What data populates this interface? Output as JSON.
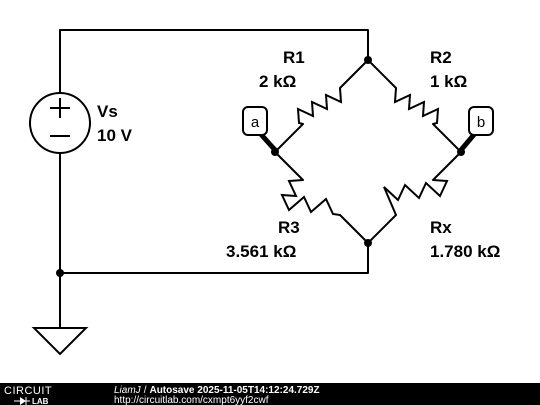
{
  "components": {
    "vs": {
      "name": "Vs",
      "value": "10 V"
    },
    "r1": {
      "name": "R1",
      "value": "2 kΩ"
    },
    "r2": {
      "name": "R2",
      "value": "1 kΩ"
    },
    "r3": {
      "name": "R3",
      "value": "3.561 kΩ"
    },
    "rx": {
      "name": "Rx",
      "value": "1.780 kΩ"
    }
  },
  "probes": {
    "a": "a",
    "b": "b"
  },
  "footer": {
    "logo_top": "CIRCUIT",
    "logo_bottom": "LAB",
    "author": "LiamJ",
    "separator": "/",
    "title": "Autosave 2025-11-05T14:12:24.729Z",
    "url": "http://circuitlab.com/cxmpt6yyf2cwf"
  },
  "icons": {
    "source": "dc-voltage-source-icon",
    "ground": "ground-icon",
    "probe": "voltage-probe-icon"
  }
}
